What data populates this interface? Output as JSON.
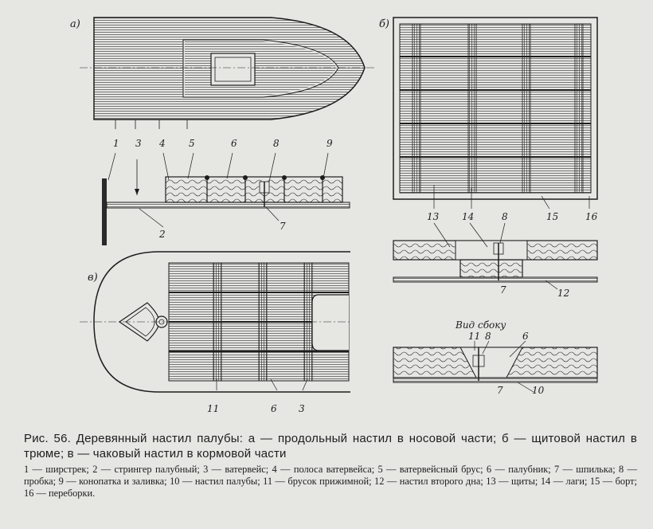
{
  "figure": {
    "panels": {
      "a": "а)",
      "b": "б)",
      "v": "в)"
    },
    "labels_a": [
      "1",
      "3",
      "4",
      "5",
      "6",
      "8",
      "9",
      "2",
      "7"
    ],
    "labels_b": [
      "13",
      "14",
      "8",
      "15",
      "16",
      "12",
      "7"
    ],
    "side_view_title": "Вид сбоку",
    "labels_side": [
      "11",
      "8",
      "6",
      "7",
      "10"
    ],
    "labels_v": [
      "11",
      "6",
      "3"
    ]
  },
  "caption": {
    "title": "Рис. 56. Деревянный настил палубы: а — продольный настил в носовой части; б — щитовой настил в трюме; в — чаковый настил в кормовой части",
    "legend": "1 — ширстрек; 2 — стрингер палубный; 3 — ватервейс; 4 — полоса ватервейса; 5 — ватервейсный брус; 6 — палубник; 7 — шпилька; 8 — пробка; 9 — конопатка и заливка; 10 — настил палубы; 11 — брусок прижимной; 12 — настил второго дна; 13 — щиты; 14 — лаги; 15 — борт; 16 — переборки."
  }
}
